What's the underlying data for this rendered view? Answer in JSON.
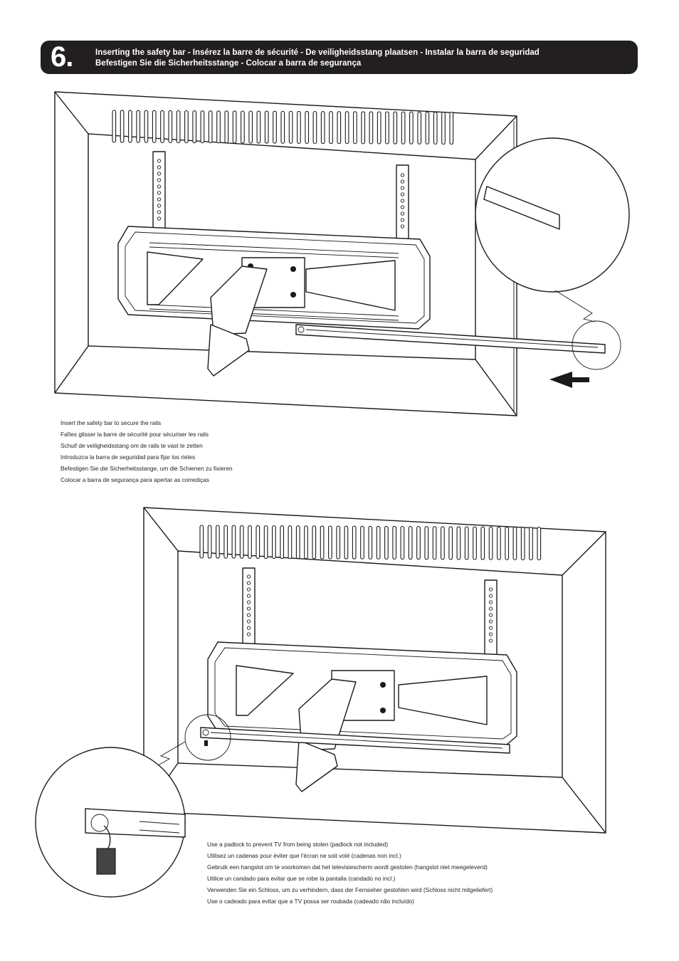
{
  "step": {
    "number": "6.",
    "title_line1": "Inserting the safety bar - Insérez la barre de sécurité - De veiligheidsstang plaatsen - Instalar la barra de seguridad",
    "title_line2": "Befestigen Sie die Sicherheitsstange - Colocar a barra de segurança"
  },
  "figure1": {
    "captions": [
      "Insert the safety bar to secure the rails",
      "Faîtes glisser la barre de sécurité pour sécuriser les rails",
      "Schuif de veiligheidsstang om de rails te vast te zetten",
      "Introduzca la barra de seguridad para fijar los rieles",
      "Befestigen Sie die Sicherheitsstange, um die Schienen zu fixieren",
      "Colocar a barra de segurança para apertar as corrediças"
    ]
  },
  "figure2": {
    "captions": [
      "Use a padlock to prevent TV from being stolen (padlock not included)",
      "Utilisez un cadenas pour éviter que l'écran ne soit volé (cadenas non incl.)",
      "Gebruik een hangslot om te voorkomen dat het televisiescherm wordt gestolen (hangslot niet meegeleverd)",
      "Utilice un candado para evitar que se robe la pantalla (candado no incl.)",
      "Verwenden Sie ein Schloss, um zu verhindern, dass der Fernseher gestohlen wird (Schloss nicht mitgeliefert)",
      "Use o cadeado para evitar que a TV possa ser roubada (cadeado não incluído)"
    ]
  },
  "icons": {
    "arrow": "arrow-left-icon",
    "padlock": "padlock-icon"
  }
}
